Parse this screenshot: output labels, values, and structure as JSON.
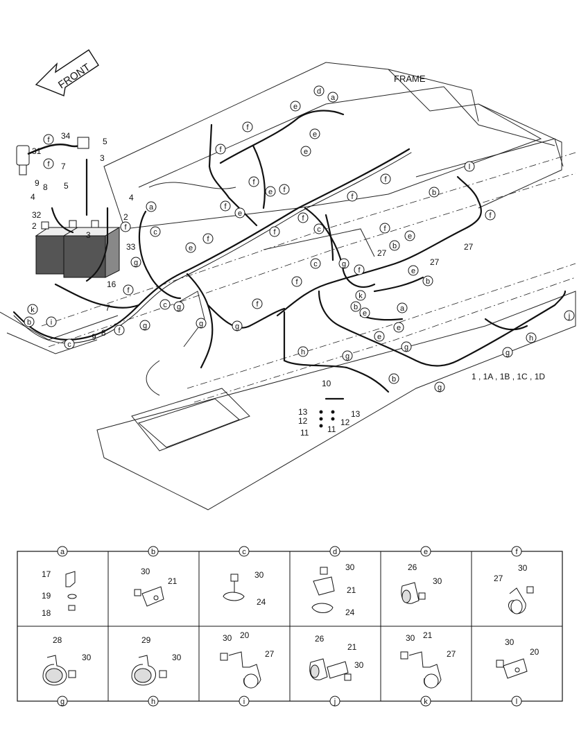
{
  "direction_label": "FRONT",
  "frame_label": "FRAME",
  "main_callout": "1 , 1A , 1B , 1C , 1D",
  "part_numbers": {
    "p2a": "2",
    "p2b": "2",
    "p3a": "3",
    "p3b": "3",
    "p4a": "4",
    "p4b": "4",
    "p5a": "5",
    "p5b": "5",
    "p7a": "7",
    "p7b": "7",
    "p8a": "8",
    "p8b": "8",
    "p9a": "9",
    "p9b": "9",
    "p10": "10",
    "p11a": "11",
    "p11b": "11",
    "p12a": "12",
    "p12b": "12",
    "p13a": "13",
    "p13b": "13",
    "p16": "16",
    "p27a": "27",
    "p27b": "27",
    "p27c": "27",
    "p31": "31",
    "p32": "32",
    "p33": "33",
    "p34": "34"
  },
  "clip_letters": [
    {
      "id": "c01",
      "letter": "f"
    },
    {
      "id": "c02",
      "letter": "f"
    },
    {
      "id": "c03",
      "letter": "a"
    },
    {
      "id": "c04",
      "letter": "c"
    },
    {
      "id": "c05",
      "letter": "f"
    },
    {
      "id": "c06",
      "letter": "g"
    },
    {
      "id": "c07",
      "letter": "e"
    },
    {
      "id": "c08",
      "letter": "f"
    },
    {
      "id": "c09",
      "letter": "c"
    },
    {
      "id": "c10",
      "letter": "g"
    },
    {
      "id": "c11",
      "letter": "k"
    },
    {
      "id": "c12",
      "letter": "b"
    },
    {
      "id": "c13",
      "letter": "i"
    },
    {
      "id": "c14",
      "letter": "c"
    },
    {
      "id": "c15",
      "letter": "f"
    },
    {
      "id": "c16",
      "letter": "g"
    },
    {
      "id": "c17",
      "letter": "f"
    },
    {
      "id": "c18",
      "letter": "g"
    },
    {
      "id": "c19",
      "letter": "d"
    },
    {
      "id": "c20",
      "letter": "a"
    },
    {
      "id": "c21",
      "letter": "e"
    },
    {
      "id": "c22",
      "letter": "e"
    },
    {
      "id": "c23",
      "letter": "f"
    },
    {
      "id": "c24",
      "letter": "e"
    },
    {
      "id": "c25",
      "letter": "f"
    },
    {
      "id": "c26",
      "letter": "f"
    },
    {
      "id": "c27",
      "letter": "f"
    },
    {
      "id": "c28",
      "letter": "e"
    },
    {
      "id": "c29",
      "letter": "f"
    },
    {
      "id": "c30",
      "letter": "e"
    },
    {
      "id": "c31",
      "letter": "f"
    },
    {
      "id": "c32",
      "letter": "f"
    },
    {
      "id": "c33",
      "letter": "f"
    },
    {
      "id": "c34",
      "letter": "c"
    },
    {
      "id": "c35",
      "letter": "f"
    },
    {
      "id": "c36",
      "letter": "c"
    },
    {
      "id": "c37",
      "letter": "g"
    },
    {
      "id": "c38",
      "letter": "l"
    },
    {
      "id": "c39",
      "letter": "b"
    },
    {
      "id": "c40",
      "letter": "f"
    },
    {
      "id": "c41",
      "letter": "f"
    },
    {
      "id": "c42",
      "letter": "e"
    },
    {
      "id": "c43",
      "letter": "b"
    },
    {
      "id": "c44",
      "letter": "e"
    },
    {
      "id": "c45",
      "letter": "b"
    },
    {
      "id": "c46",
      "letter": "f"
    },
    {
      "id": "c47",
      "letter": "k"
    },
    {
      "id": "c48",
      "letter": "b"
    },
    {
      "id": "c49",
      "letter": "a"
    },
    {
      "id": "c50",
      "letter": "f"
    },
    {
      "id": "c51",
      "letter": "g"
    },
    {
      "id": "c52",
      "letter": "f"
    },
    {
      "id": "c53",
      "letter": "e"
    },
    {
      "id": "c54",
      "letter": "e"
    },
    {
      "id": "c55",
      "letter": "e"
    },
    {
      "id": "c56",
      "letter": "h"
    },
    {
      "id": "c57",
      "letter": "g"
    },
    {
      "id": "c58",
      "letter": "b"
    },
    {
      "id": "c59",
      "letter": "g"
    },
    {
      "id": "c60",
      "letter": "h"
    },
    {
      "id": "c61",
      "letter": "g"
    },
    {
      "id": "c62",
      "letter": "g"
    },
    {
      "id": "c63",
      "letter": "j"
    }
  ],
  "detail_table": {
    "cells": [
      {
        "letter": "a",
        "labels": [
          "17",
          "19",
          "18"
        ]
      },
      {
        "letter": "b",
        "labels": [
          "30",
          "21"
        ]
      },
      {
        "letter": "c",
        "labels": [
          "30",
          "24"
        ]
      },
      {
        "letter": "d",
        "labels": [
          "30",
          "21",
          "24"
        ]
      },
      {
        "letter": "e",
        "labels": [
          "26",
          "30"
        ]
      },
      {
        "letter": "f",
        "labels": [
          "30",
          "27"
        ]
      },
      {
        "letter": "g",
        "labels": [
          "28",
          "30"
        ]
      },
      {
        "letter": "h",
        "labels": [
          "29",
          "30"
        ]
      },
      {
        "letter": "i",
        "labels": [
          "30",
          "20",
          "27"
        ]
      },
      {
        "letter": "j",
        "labels": [
          "26",
          "21",
          "30"
        ]
      },
      {
        "letter": "k",
        "labels": [
          "30",
          "21",
          "27"
        ]
      },
      {
        "letter": "l",
        "labels": [
          "30",
          "20"
        ]
      }
    ]
  }
}
